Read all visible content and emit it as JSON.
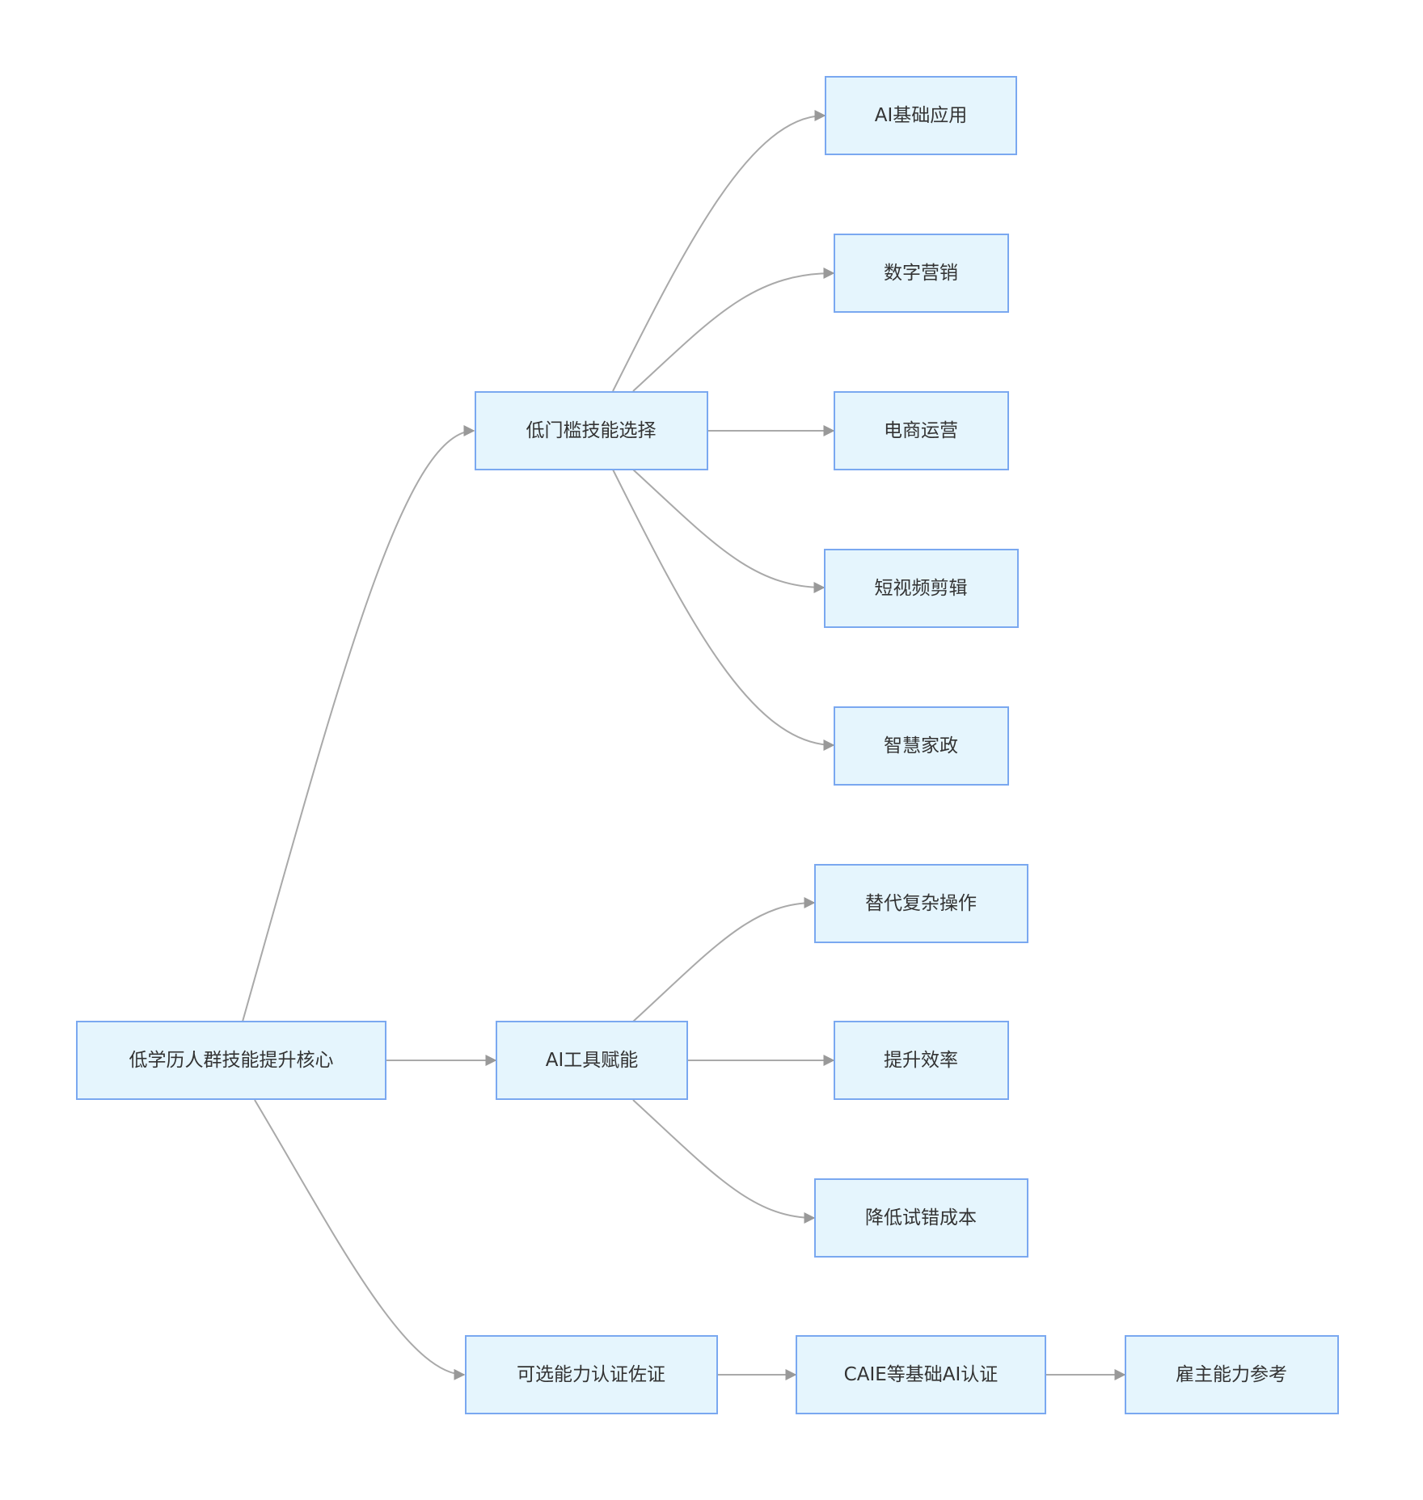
{
  "diagram": {
    "type": "flowchart",
    "direction": "left-to-right",
    "nodes": [
      {
        "id": "root",
        "label": "低学历人群技能提升核心"
      },
      {
        "id": "skills",
        "label": "低门槛技能选择"
      },
      {
        "id": "ai_tools",
        "label": "AI工具赋能"
      },
      {
        "id": "cert",
        "label": "可选能力认证佐证"
      },
      {
        "id": "ai_basic",
        "label": "AI基础应用"
      },
      {
        "id": "digital_marketing",
        "label": "数字营销"
      },
      {
        "id": "ecommerce",
        "label": "电商运营"
      },
      {
        "id": "short_video",
        "label": "短视频剪辑"
      },
      {
        "id": "smart_housekeeping",
        "label": "智慧家政"
      },
      {
        "id": "replace_ops",
        "label": "替代复杂操作"
      },
      {
        "id": "efficiency",
        "label": "提升效率"
      },
      {
        "id": "reduce_cost",
        "label": "降低试错成本"
      },
      {
        "id": "caie",
        "label": "CAIE等基础AI认证"
      },
      {
        "id": "employer_ref",
        "label": "雇主能力参考"
      }
    ],
    "edges": [
      {
        "from": "root",
        "to": "skills"
      },
      {
        "from": "root",
        "to": "ai_tools"
      },
      {
        "from": "root",
        "to": "cert"
      },
      {
        "from": "skills",
        "to": "ai_basic"
      },
      {
        "from": "skills",
        "to": "digital_marketing"
      },
      {
        "from": "skills",
        "to": "ecommerce"
      },
      {
        "from": "skills",
        "to": "short_video"
      },
      {
        "from": "skills",
        "to": "smart_housekeeping"
      },
      {
        "from": "ai_tools",
        "to": "replace_ops"
      },
      {
        "from": "ai_tools",
        "to": "efficiency"
      },
      {
        "from": "ai_tools",
        "to": "reduce_cost"
      },
      {
        "from": "cert",
        "to": "caie"
      },
      {
        "from": "caie",
        "to": "employer_ref"
      }
    ]
  }
}
